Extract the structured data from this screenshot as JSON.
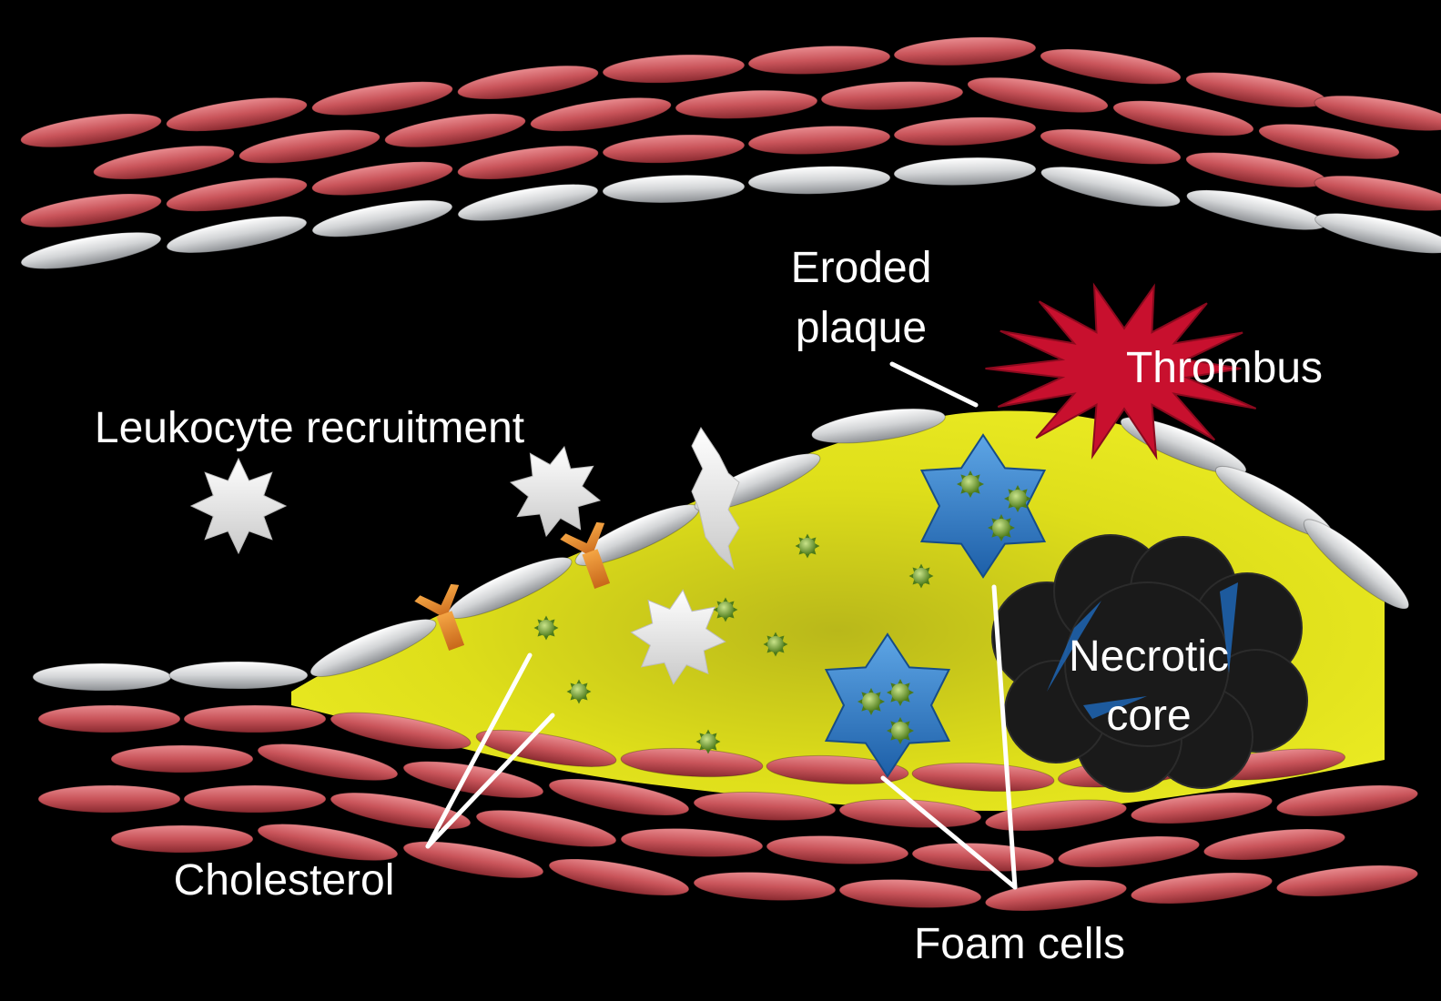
{
  "diagram": {
    "labels": {
      "eroded_plaque_line1": "Eroded",
      "eroded_plaque_line2": "plaque",
      "thrombus": "Thrombus",
      "leukocyte_recruitment": "Leukocyte recruitment",
      "necrotic_core_line1": "Necrotic",
      "necrotic_core_line2": "core",
      "cholesterol": "Cholesterol",
      "foam_cells": "Foam cells"
    },
    "colors": {
      "background": "#000000",
      "smooth_muscle_cell": "#c9545a",
      "endothelial_cell": "#d2d4d6",
      "plaque": "#dede1a",
      "thrombus": "#c8102e",
      "foam_cell": "#2f7fcf",
      "cholesterol": "#6f9a2a",
      "necrotic_core": "#1a1a1a",
      "leukocyte": "#ffffff",
      "adhesion_molecule": "#e88a2e"
    },
    "icons": {
      "smooth_muscle": "ellipse-cell-icon",
      "endothelium": "ellipse-cell-icon",
      "leukocyte": "eight-point-star-icon",
      "foam_cell": "six-point-star-icon",
      "cholesterol": "spiked-dot-icon",
      "thrombus": "burst-icon",
      "necrotic_core": "cloud-icon",
      "adhesion_molecule": "chevron-receptor-icon"
    }
  }
}
